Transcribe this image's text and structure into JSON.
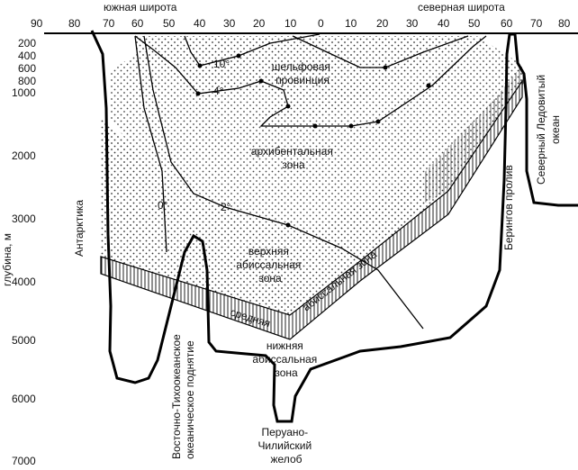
{
  "header": {
    "south_label": "южная широта",
    "north_label": "северная широта"
  },
  "lat_ticks": [
    "90",
    "80",
    "70",
    "60",
    "50",
    "40",
    "30",
    "20",
    "10",
    "0",
    "10",
    "20",
    "30",
    "40",
    "50",
    "60",
    "70",
    "80"
  ],
  "y_axis": {
    "label": "глубина, м",
    "ticks": [
      "200",
      "400",
      "600",
      "800",
      "1000",
      "2000",
      "3000",
      "4000",
      "5000",
      "6000",
      "7000"
    ]
  },
  "zones": {
    "shelf_line1": "шельфовая",
    "shelf_line2": "провинция",
    "archibenthal_line1": "архибентальная",
    "archibenthal_line2": "зона",
    "upper_abyssal_line1": "верхняя",
    "upper_abyssal_line2": "абиссальная",
    "upper_abyssal_line3": "зона",
    "middle_word1": "средняя",
    "middle_word2": "абиссальная зона",
    "lower_abyssal_line1": "нижняя",
    "lower_abyssal_line2": "абиссальная",
    "lower_abyssal_line3": "зона"
  },
  "isotherms": {
    "t10": "10°",
    "t4": "4°",
    "t2": "2°",
    "t0": "0°"
  },
  "places": {
    "antarctica": "Антарктика",
    "ridge_line1": "Восточно-Тихоокеанское",
    "ridge_line2": "океаническое поднятие",
    "trench_line1": "Перуано-",
    "trench_line2": "Чилийский",
    "trench_line3": "желоб",
    "bering": "Берингов пролив",
    "arctic_line1": "Северный Ледовитый",
    "arctic_line2": "океан"
  }
}
